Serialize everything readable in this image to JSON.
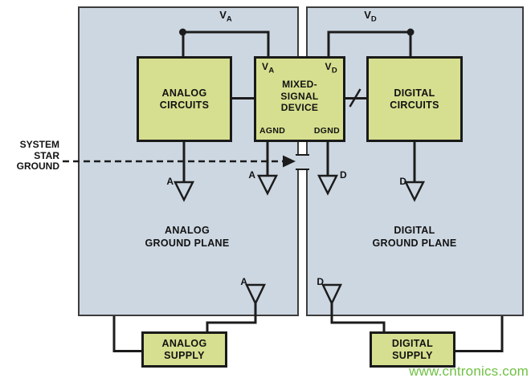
{
  "colors": {
    "plane_fill": "#cdd7e2",
    "plane_border": "#3c3c3c",
    "box_fill": "#d6df8f",
    "box_border": "#1a1a1a",
    "wire": "#1c1c1c",
    "text": "#121212",
    "watermark_green": "#6fc143"
  },
  "labels": {
    "system_star_ground": "SYSTEM\nSTAR\nGROUND",
    "analog_plane": "ANALOG\nGROUND PLANE",
    "digital_plane": "DIGITAL\nGROUND PLANE"
  },
  "blocks": {
    "analog_circuits": "ANALOG\nCIRCUITS",
    "mixed_signal_device": "MIXED-\nSIGNAL\nDEVICE",
    "digital_circuits": "DIGITAL\nCIRCUITS",
    "analog_supply": "ANALOG\nSUPPLY",
    "digital_supply": "DIGITAL\nSUPPLY"
  },
  "rails": {
    "va": {
      "main": "V",
      "sub": "A"
    },
    "vd": {
      "main": "V",
      "sub": "D"
    }
  },
  "pins": {
    "va": {
      "main": "V",
      "sub": "A"
    },
    "vd": {
      "main": "V",
      "sub": "D"
    },
    "agnd": "AGND",
    "dgnd": "DGND"
  },
  "grounds": {
    "analog_circuits": "A",
    "agnd": "A",
    "dgnd": "D",
    "digital_circuits": "D",
    "analog_supply": "A",
    "digital_supply": "D"
  },
  "watermark": "www.cntronics.com"
}
